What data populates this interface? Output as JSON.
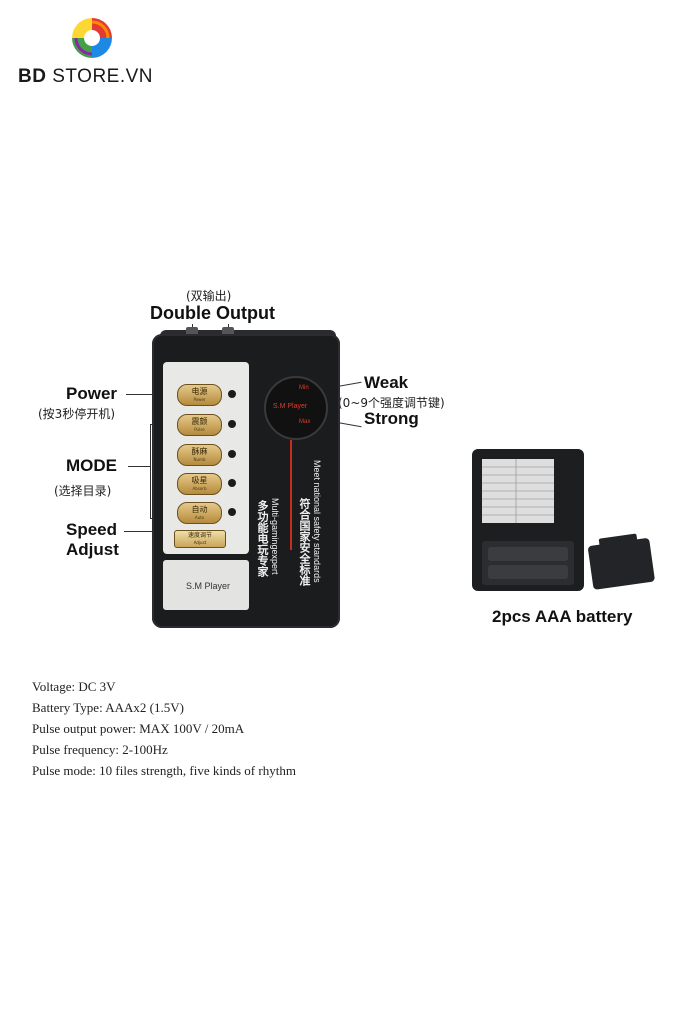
{
  "brand": {
    "name_bold": "BD",
    "name_rest": "STORE.VN"
  },
  "labels": {
    "double_output_cn": "(双输出)",
    "double_output": "Double Output",
    "power": "Power",
    "power_cn": "(按3秒停开机)",
    "mode": "MODE",
    "mode_cn": "(选择目录)",
    "speed_line1": "Speed",
    "speed_line2": "Adjust",
    "weak": "Weak",
    "weak_cn": "(0~9个强度调节键)",
    "strong": "Strong",
    "battery_caption": "2pcs AAA battery"
  },
  "device": {
    "buttons": [
      {
        "cn": "电源",
        "en": "Power"
      },
      {
        "cn": "震颤",
        "en": "Pulse"
      },
      {
        "cn": "酥麻",
        "en": "Numb"
      },
      {
        "cn": "吸星",
        "en": "Absorb"
      },
      {
        "cn": "自动",
        "en": "Auto"
      }
    ],
    "speed_button": {
      "cn": "速度调节",
      "en": "Adjust"
    },
    "player_name": "S.M Player",
    "dial": {
      "min": "Min",
      "name": "S.M Player",
      "max": "Max"
    },
    "vertical_text": {
      "cn1": "多功能电玩专家",
      "en1": "Multi-gamingexpert",
      "cn2": "符合国家安全标准",
      "en2": "Meet national safety standards"
    }
  },
  "specs": [
    "Voltage: DC 3V",
    "Battery Type: AAAx2 (1.5V)",
    "Pulse output power: MAX 100V / 20mA",
    "Pulse frequency: 2-100Hz",
    "Pulse mode: 10 files strength, five kinds of rhythm"
  ],
  "colors": {
    "accent_red": "#c62e20",
    "button_gold": "#c9a45a",
    "device_body": "#1b1c1e"
  }
}
